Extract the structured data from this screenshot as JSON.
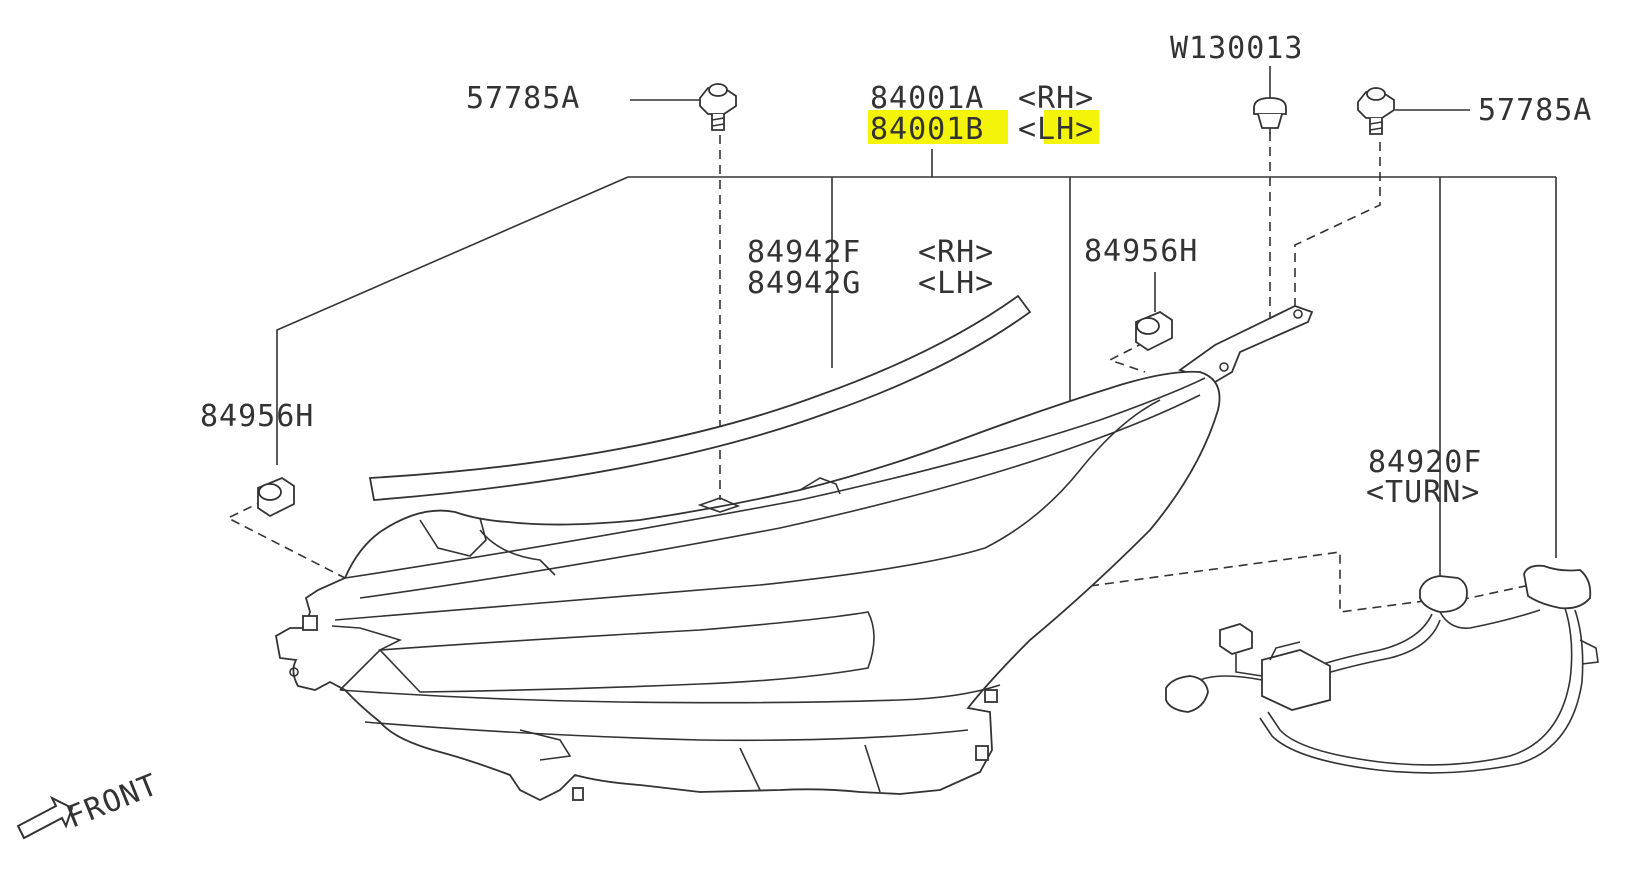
{
  "diagram": {
    "labels": {
      "p57785a_left": "57785A",
      "p84001a": "84001A",
      "p84001a_side": "<RH>",
      "p84001b": "84001B",
      "p84001b_side": "<LH>",
      "pw130013": "W130013",
      "p57785a_right": "57785A",
      "p84942f": "84942F",
      "p84942f_side": "<RH>",
      "p84942g": "84942G",
      "p84942g_side": "<LH>",
      "p84956h_top": "84956H",
      "p84956h_left": "84956H",
      "p84920f": "84920F",
      "p84920f_note": "<TURN>",
      "front": "FRONT"
    },
    "highlight_color": "#f4f40a"
  }
}
